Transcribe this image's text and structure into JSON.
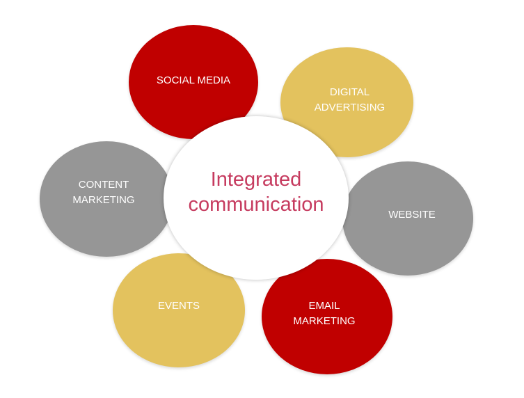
{
  "diagram": {
    "center": {
      "label": "Integrated\ncommunication",
      "color": "#ffffff",
      "text_color": "#c63b5f"
    },
    "nodes": [
      {
        "id": "social-media",
        "label": "SOCIAL MEDIA",
        "color": "#c00000"
      },
      {
        "id": "digital-advertising",
        "label": "DIGITAL\nADVERTISING",
        "color": "#e3c25e"
      },
      {
        "id": "content-marketing",
        "label": "CONTENT\nMARKETING",
        "color": "#969696"
      },
      {
        "id": "website",
        "label": "WEBSITE",
        "color": "#969696"
      },
      {
        "id": "events",
        "label": "EVENTS",
        "color": "#e3c25e"
      },
      {
        "id": "email-marketing",
        "label": "EMAIL\nMARKETING",
        "color": "#c00000"
      }
    ]
  }
}
